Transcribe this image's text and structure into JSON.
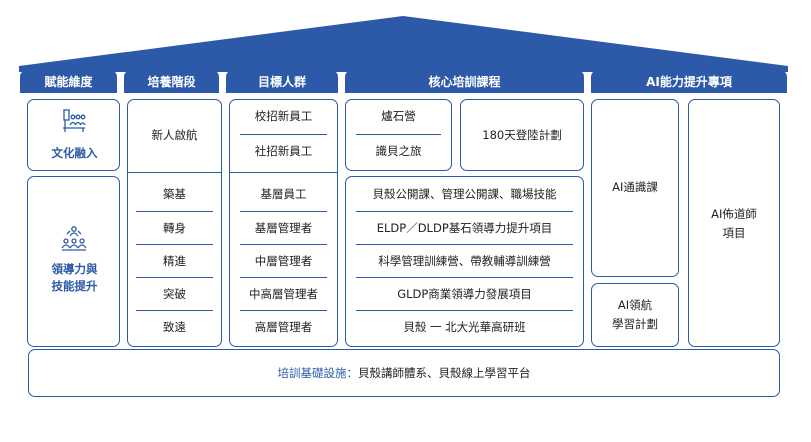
{
  "headers": {
    "dimension": "賦能維度",
    "stage": "培養階段",
    "target": "目標人群",
    "core": "核心培訓課程",
    "ai": "AI能力提升專項"
  },
  "dimensions": {
    "culture": "文化融入",
    "leadership_line1": "領導力與",
    "leadership_line2": "技能提升"
  },
  "stages": {
    "onboarding": "新人啟航",
    "list": [
      "築基",
      "轉身",
      "精進",
      "突破",
      "致遠"
    ]
  },
  "targets": {
    "campus": "校招新員工",
    "social": "社招新員工",
    "list": [
      "基層員工",
      "基層管理者",
      "中層管理者",
      "中高層管理者",
      "高層管理者"
    ]
  },
  "core": {
    "camp": "爐石營",
    "journey": "識貝之旅",
    "plan180": "180天登陸計劃",
    "list": [
      "貝殼公開課、管理公開課、職場技能",
      "ELDP／DLDP基石領導力提升項目",
      "科學管理訓練營、帶教輔導訓練營",
      "GLDP商業領導力發展項目",
      "貝殼 一 北大光華高研班"
    ]
  },
  "ai": {
    "course": "AI通識課",
    "nav_line1": "AI領航",
    "nav_line2": "學習計劃",
    "mentor_line1": "AI佈道師",
    "mentor_line2": "項目"
  },
  "footer": {
    "label": "培訓基礎設施：",
    "text": "貝殼講師體系、貝殼線上學習平台"
  },
  "colors": {
    "primary": "#2d5aa8"
  },
  "icons": {
    "culture": "team-meeting-icon",
    "leadership": "people-group-icon"
  }
}
